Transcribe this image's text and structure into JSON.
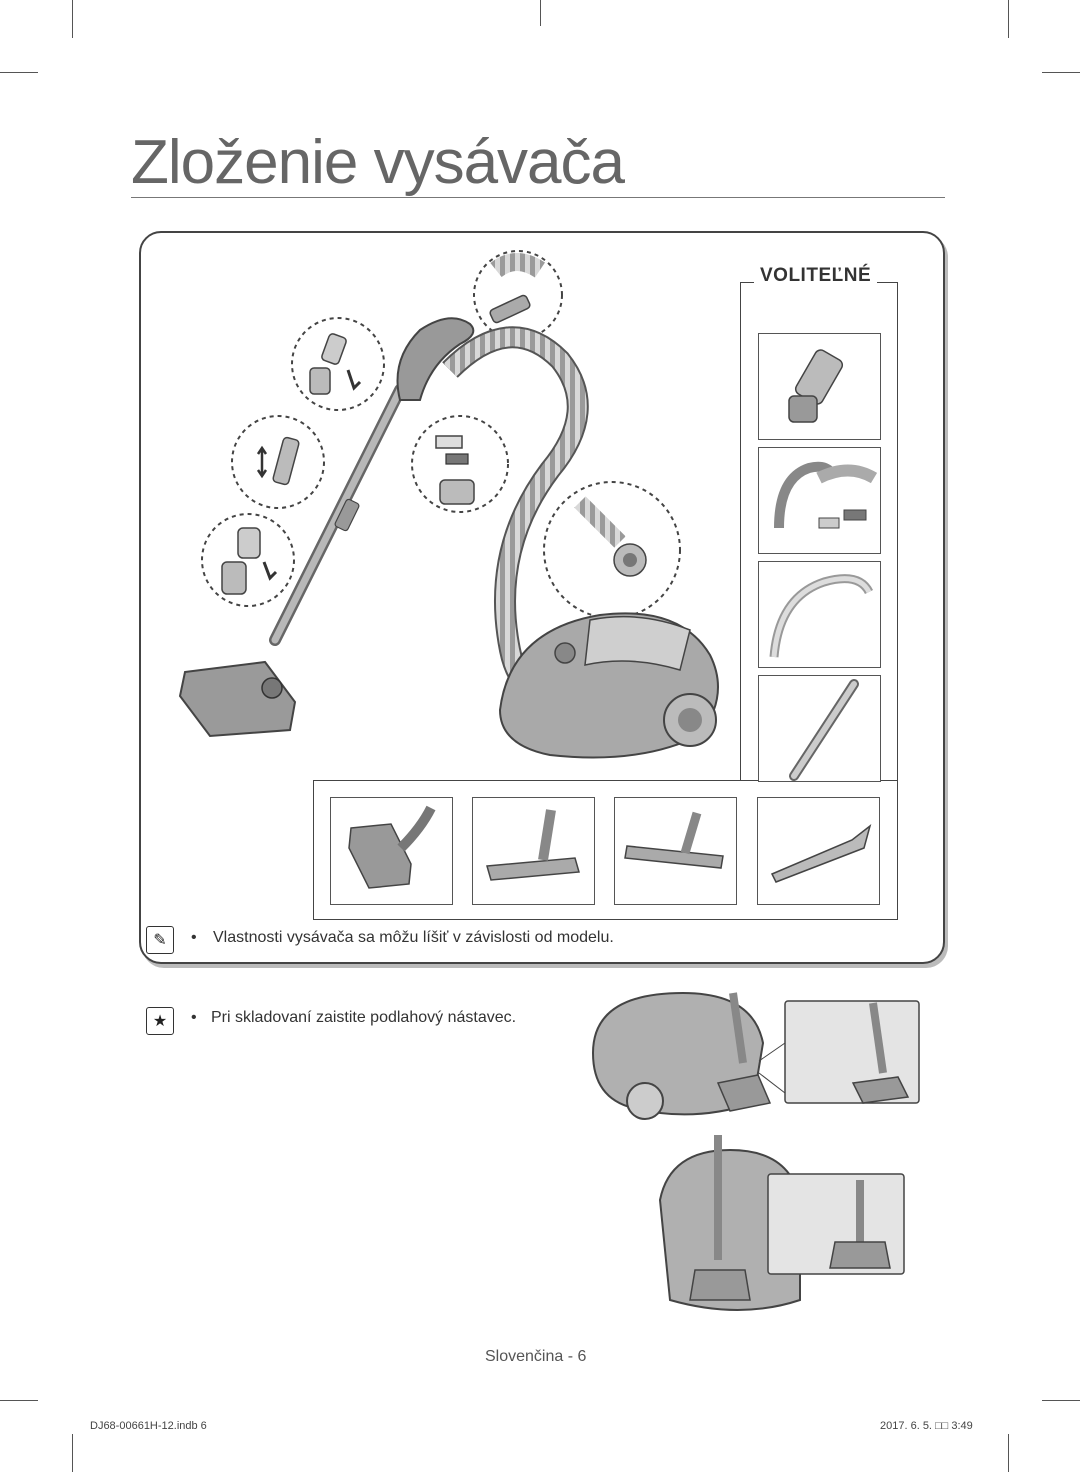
{
  "page": {
    "title": "Zloženie vysávača",
    "optional_label": "VOLITEĽNÉ",
    "note_text": "Vlastnosti vysávača sa môžu líšiť v závislosti od modelu.",
    "tip_text": "Pri skladovaní zaistite podlahový nástavec.",
    "page_footer": "Slovenčina - 6",
    "print_file": "DJ68-00661H-12.indb   6",
    "print_date": "2017. 6. 5.   □□ 3:49"
  },
  "icons": {
    "note": "note-pencil-icon",
    "tip": "star-icon"
  }
}
